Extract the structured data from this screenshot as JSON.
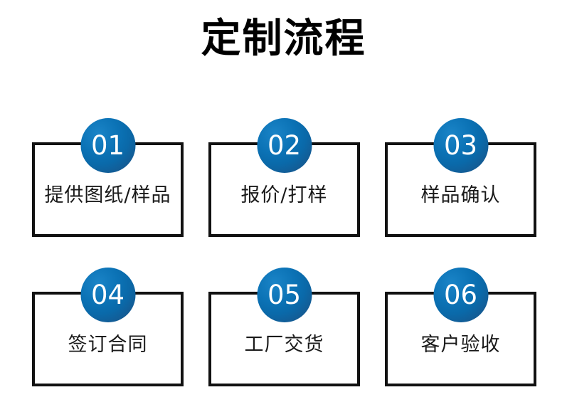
{
  "header": {
    "title": "定制流程"
  },
  "theme": {
    "badge_blue_light": "#1a84c7",
    "badge_blue_mid": "#0b72b5",
    "badge_blue_dark": "#1d4d7e",
    "border_color": "#111111",
    "text_color": "#1a1a1a",
    "background": "#ffffff"
  },
  "flow": {
    "steps": [
      {
        "number": "01",
        "label": "提供图纸/样品"
      },
      {
        "number": "02",
        "label": "报价/打样"
      },
      {
        "number": "03",
        "label": "样品确认"
      },
      {
        "number": "04",
        "label": "签订合同"
      },
      {
        "number": "05",
        "label": "工厂交货"
      },
      {
        "number": "06",
        "label": "客户验收"
      }
    ]
  }
}
